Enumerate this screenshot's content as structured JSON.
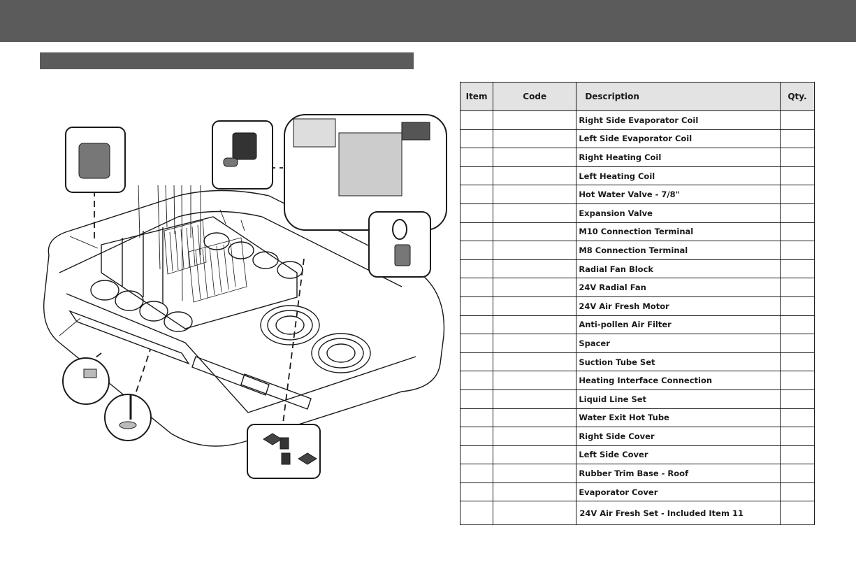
{
  "table": {
    "headers": {
      "item": "Item",
      "code": "Code",
      "description": "Description",
      "qty": "Qty."
    },
    "rows": [
      {
        "description": "Right Side Evaporator Coil"
      },
      {
        "description": "Left Side Evaporator Coil"
      },
      {
        "description": "Right Heating Coil"
      },
      {
        "description": "Left Heating Coil"
      },
      {
        "description": "Hot Water Valve - 7/8\""
      },
      {
        "description": "Expansion Valve"
      },
      {
        "description": "M10 Connection Terminal"
      },
      {
        "description": "M8 Connection Terminal"
      },
      {
        "description": "Radial Fan Block"
      },
      {
        "description": "24V Radial Fan"
      },
      {
        "description": "24V Air Fresh Motor"
      },
      {
        "description": "Anti-pollen Air Filter"
      },
      {
        "description": "Spacer"
      },
      {
        "description": "Suction Tube Set"
      },
      {
        "description": "Heating Interface Connection"
      },
      {
        "description": "Liquid Line Set"
      },
      {
        "description": "Water Exit Hot Tube"
      },
      {
        "description": "Right Side Cover"
      },
      {
        "description": "Left Side Cover"
      },
      {
        "description": "Rubber Trim Base - Roof"
      },
      {
        "description": "Evaporator Cover"
      },
      {
        "description": "24V Air Fresh Set - Included Item 11"
      }
    ]
  },
  "colors": {
    "bar": "#5b5b5b",
    "header_bg": "#e3e3e3",
    "line": "#1a1a1a"
  },
  "icons": [
    "air-fresh-motor-icon",
    "hot-water-valve-icon",
    "expansion-valve-icon",
    "connection-terminal-icon",
    "spacer-icon",
    "fan-grille-icon"
  ]
}
